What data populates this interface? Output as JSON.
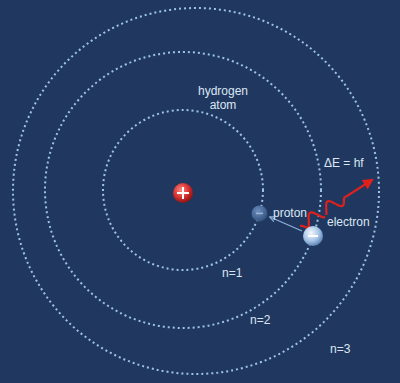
{
  "diagram": {
    "labels": [
      "hydrogen atom",
      "proton",
      "electron",
      "ΔE = hf",
      "n=1",
      "n=2",
      "n=3"
    ]
  }
}
